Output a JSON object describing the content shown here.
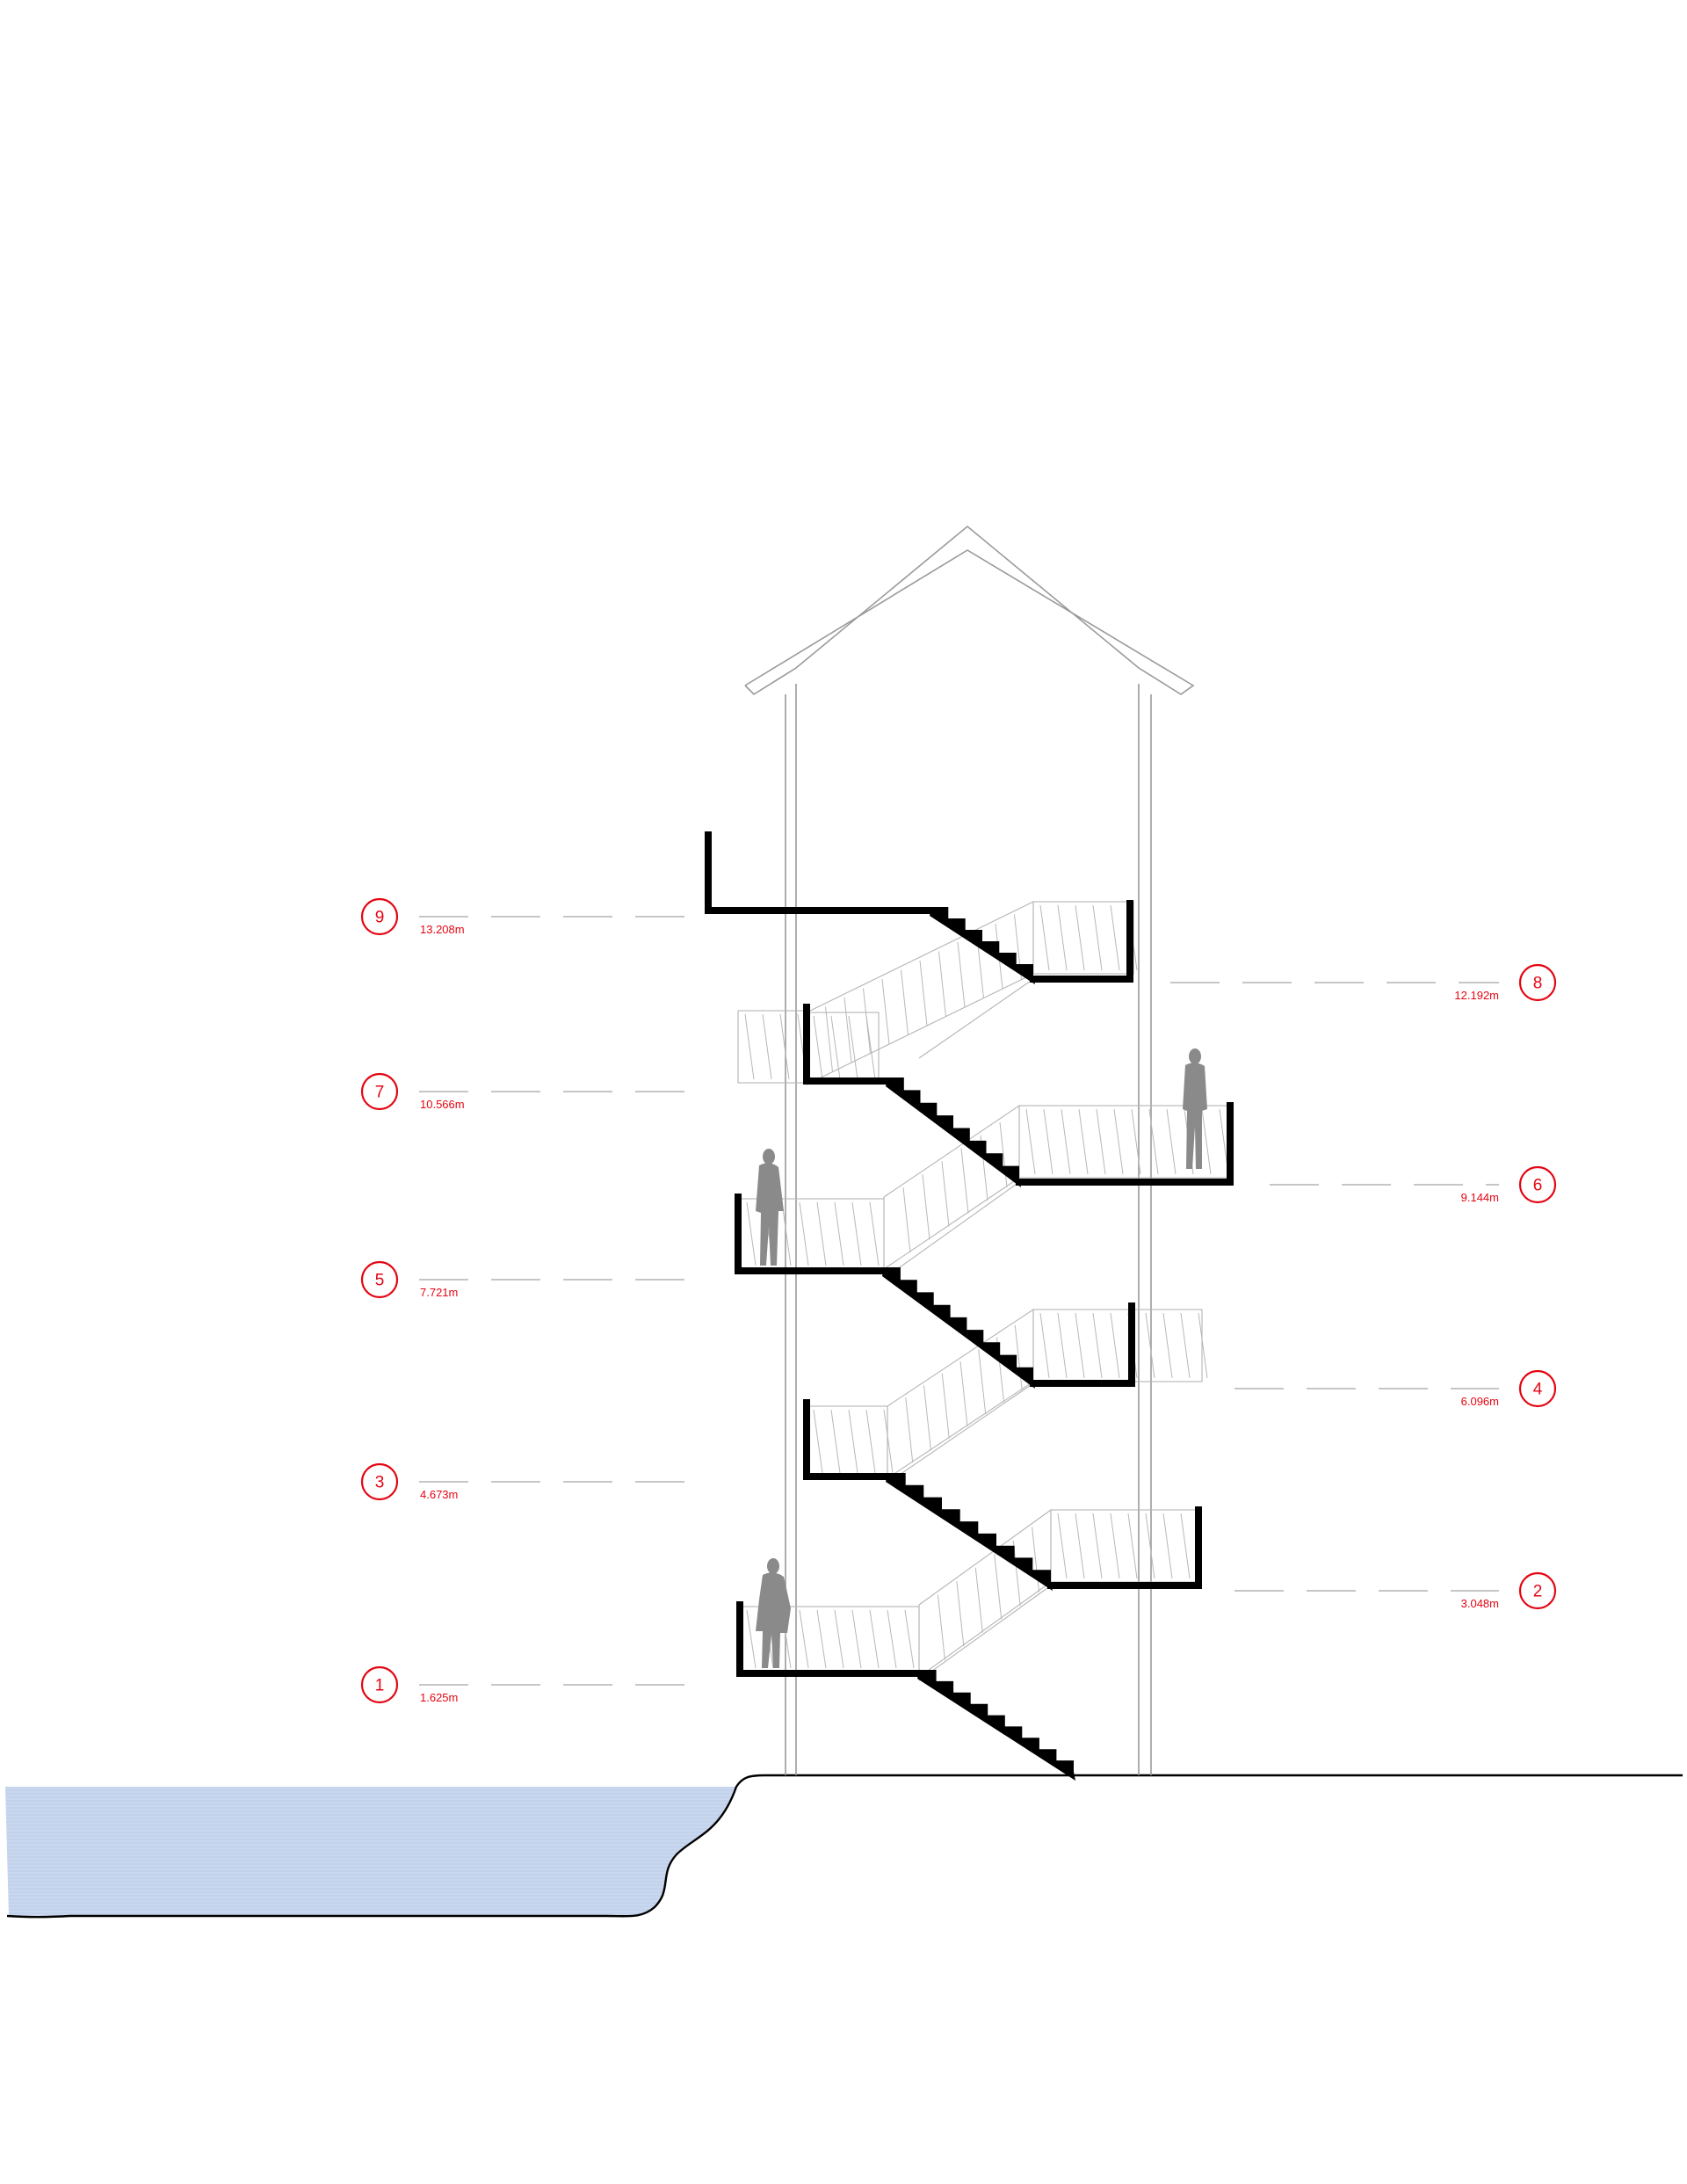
{
  "colors": {
    "annotation": "#e30613",
    "water": "#c9d7ef",
    "structure": "#000000",
    "figure": "#8a8a8a",
    "thin_line": "#9a9a9a"
  },
  "levels": [
    {
      "number": "1",
      "elevation": "1.625m",
      "side": "left"
    },
    {
      "number": "2",
      "elevation": "3.048m",
      "side": "right"
    },
    {
      "number": "3",
      "elevation": "4.673m",
      "side": "left"
    },
    {
      "number": "4",
      "elevation": "6.096m",
      "side": "right"
    },
    {
      "number": "5",
      "elevation": "7.721m",
      "side": "left"
    },
    {
      "number": "6",
      "elevation": "9.144m",
      "side": "right"
    },
    {
      "number": "7",
      "elevation": "10.566m",
      "side": "left"
    },
    {
      "number": "8",
      "elevation": "12.192m",
      "side": "right"
    },
    {
      "number": "9",
      "elevation": "13.208m",
      "side": "left"
    }
  ]
}
